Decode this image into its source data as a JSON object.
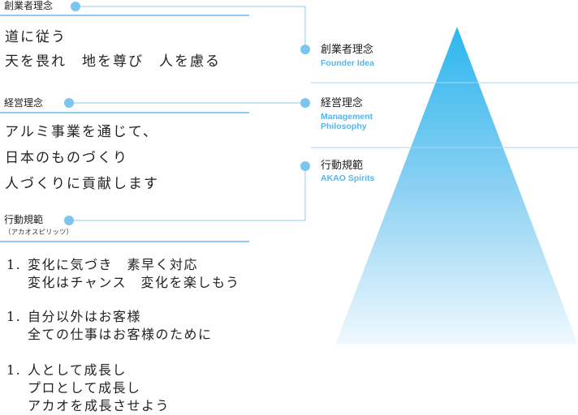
{
  "sections": {
    "founder": {
      "title": "創業者理念",
      "lines": [
        "道に従う",
        "天を畏れ　地を尊び　人を慮る"
      ]
    },
    "management": {
      "title": "経営理念",
      "lines": [
        "アルミ事業を通じて、",
        "日本のものづくり",
        "人づくりに貢献します"
      ]
    },
    "conduct": {
      "title": "行動規範",
      "subtitle": "（アカオスピリッツ）",
      "items": [
        {
          "num": "1.",
          "line1": "変化に気づき　素早く対応",
          "line2": "変化はチャンス　変化を楽しもう"
        },
        {
          "num": "1.",
          "line1": "自分以外はお客様",
          "line2": "全ての仕事はお客様のために"
        },
        {
          "num": "1.",
          "line1": "人として成長し",
          "line2": "プロとして成長し",
          "line3": "アカオを成長させよう"
        }
      ]
    }
  },
  "pyramid": {
    "levels": [
      {
        "title": "創業者理念",
        "en": "Founder Idea"
      },
      {
        "title": "経営理念",
        "en": "Management Philosophy",
        "en_line1": "Management",
        "en_line2": "Philosophy"
      },
      {
        "title": "行動規範",
        "en": "AKAO Spirits"
      }
    ]
  },
  "colors": {
    "accent": "#5ab4e6",
    "line": "#8fcaee",
    "pyramid_top": "#2bb7ee",
    "pyramid_bottom": "#eef8fd"
  }
}
